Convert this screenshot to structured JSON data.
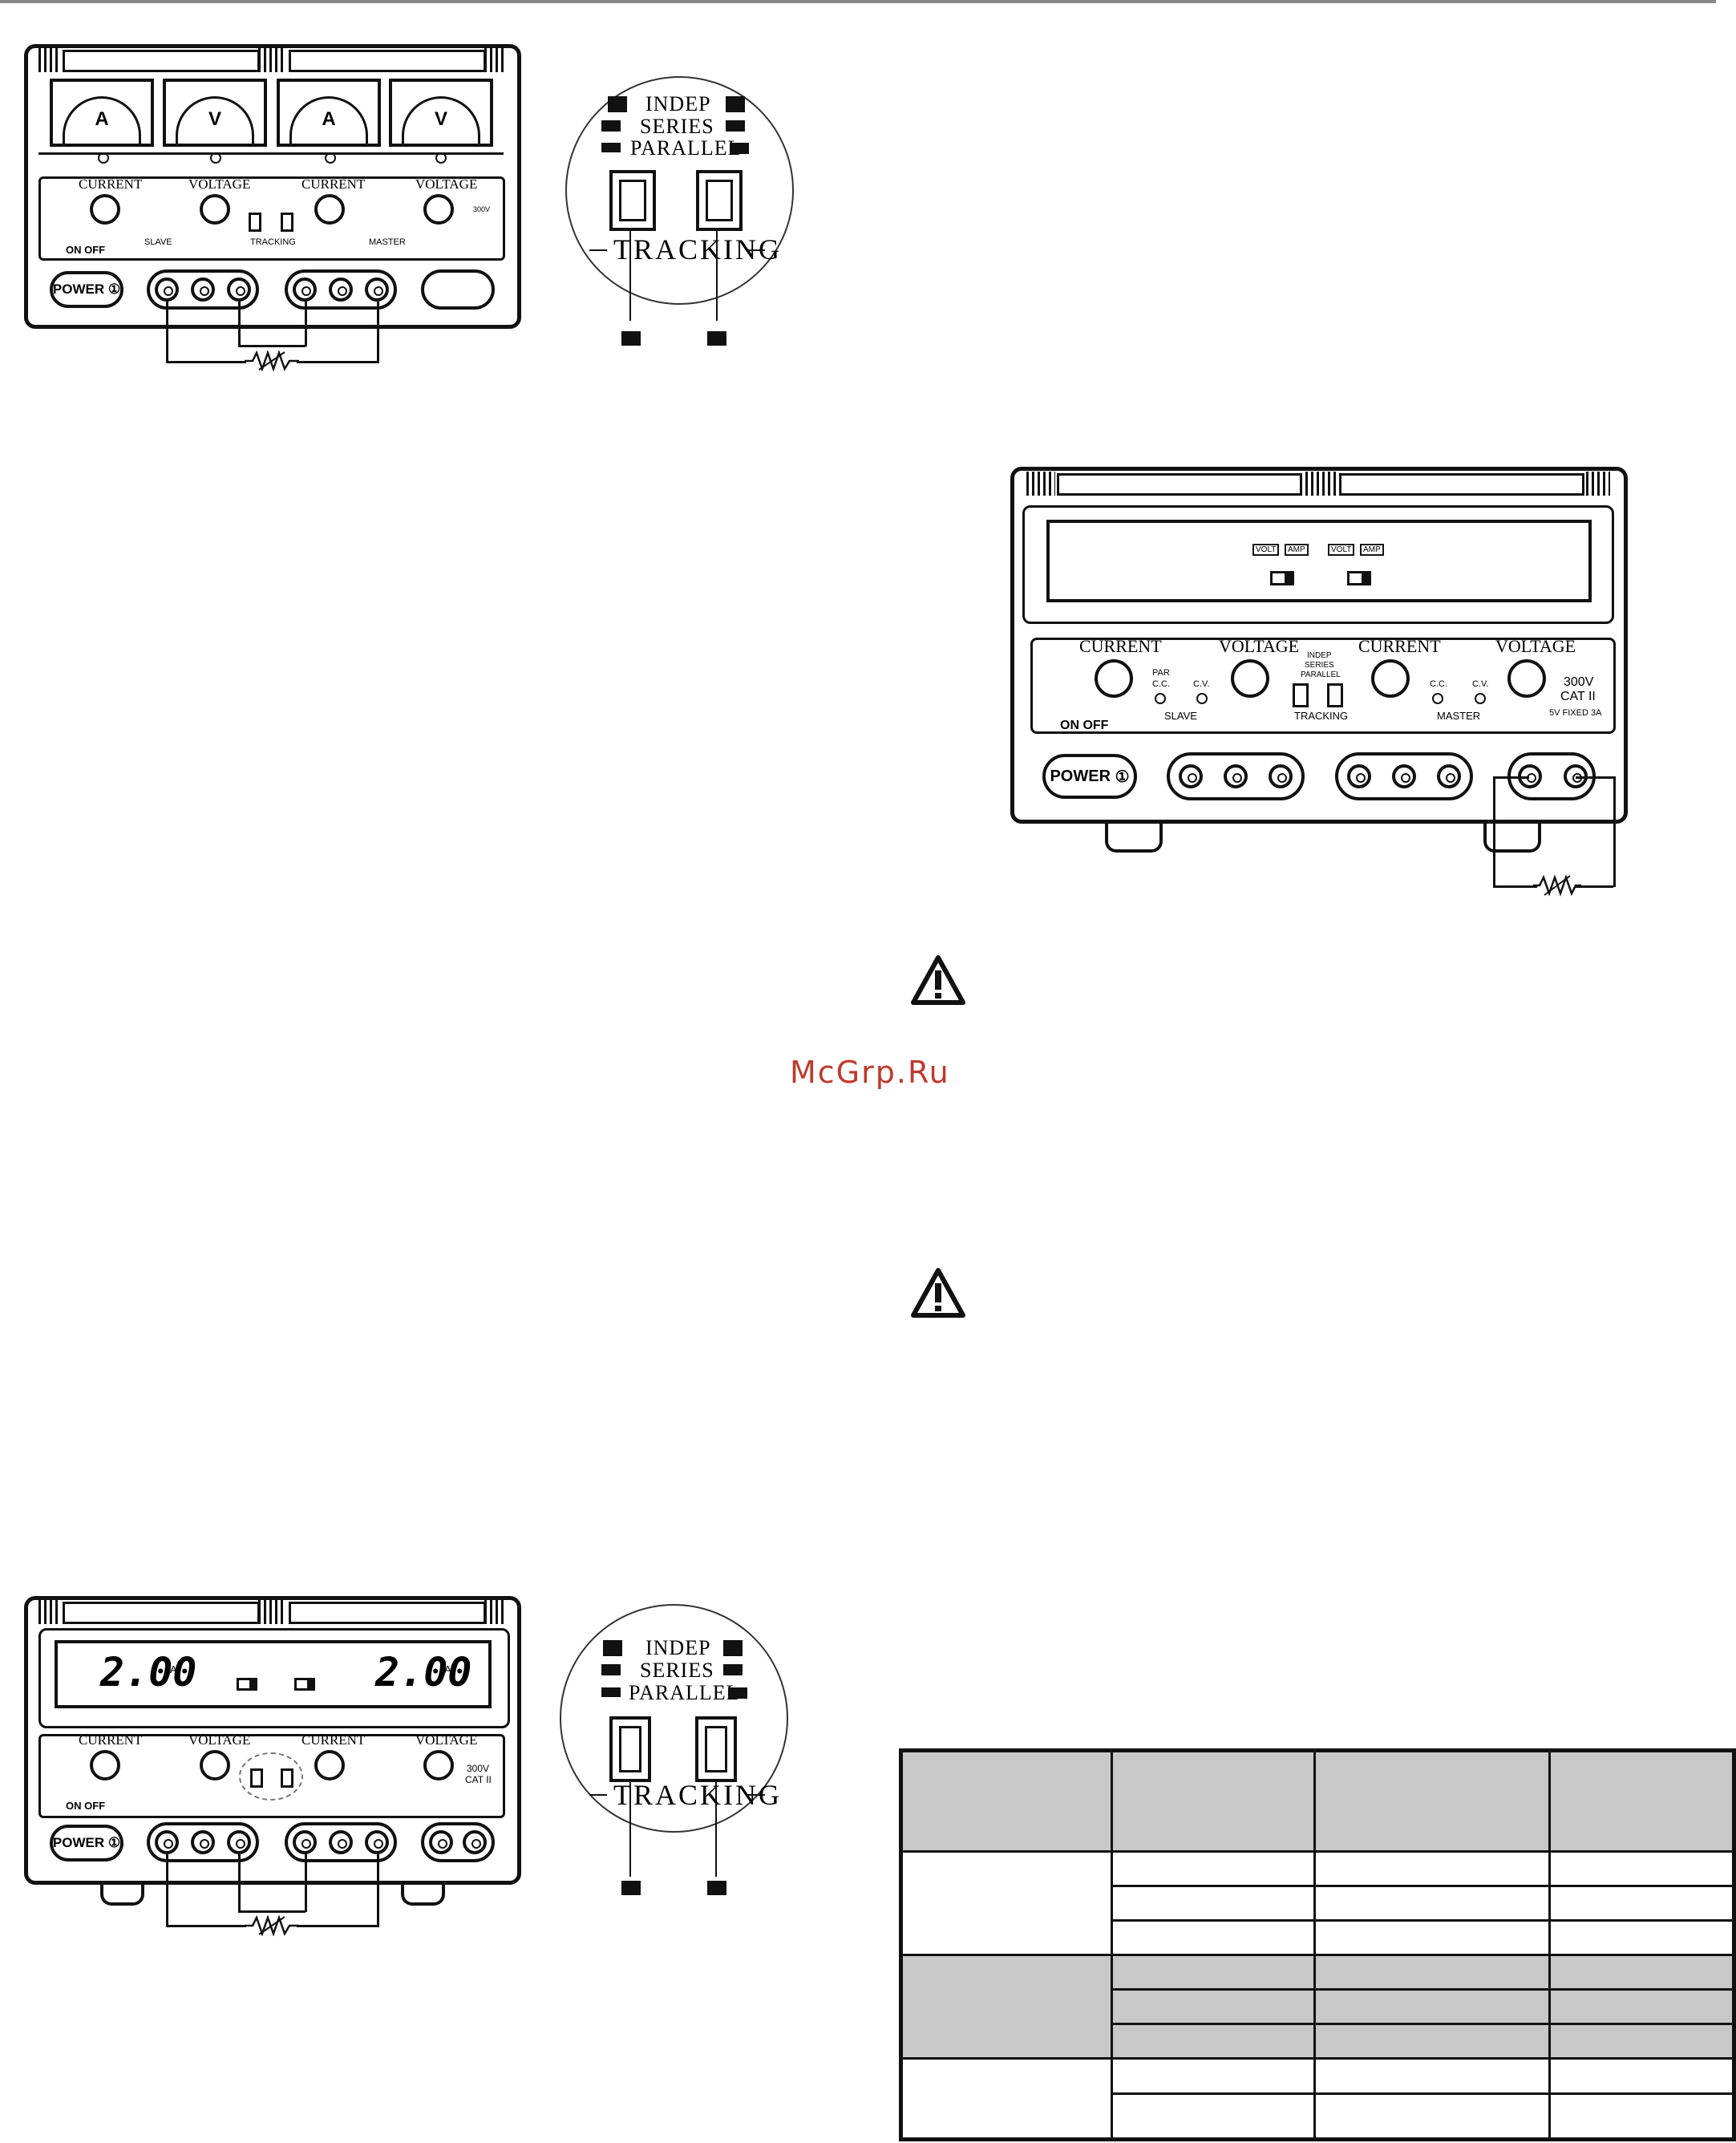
{
  "watermark": "McGrp.Ru",
  "labels": {
    "current": "CURRENT",
    "voltage": "VOLTAGE",
    "indep": "INDEP",
    "series": "SERIES",
    "parallel": "PARALLEL",
    "tracking": "TRACKING",
    "slave": "SLAVE",
    "master": "MASTER",
    "on_off": "ON OFF",
    "power": "POWER",
    "par": "PAR",
    "cc": "C.C.",
    "cv": "C.V.",
    "cat": "300V",
    "cat2": "CAT II",
    "fixed": "5V FIXED 3A",
    "volt": "VOLT",
    "amp": "AMP",
    "ammeter": "A",
    "voltmeter": "V",
    "minus": "-",
    "plus": "+"
  },
  "lcd": {
    "left": "2.00",
    "right": "2.00",
    "unit": "A"
  },
  "icons": {
    "warning": "warning-triangle-icon"
  }
}
